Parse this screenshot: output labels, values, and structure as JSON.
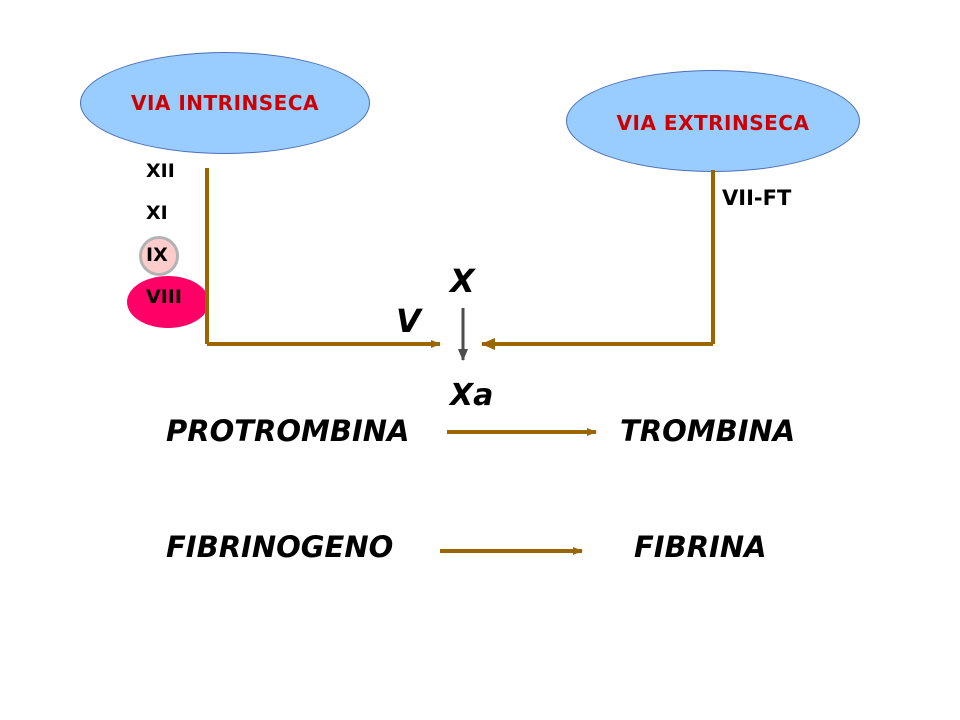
{
  "intrinsic_pathway": {
    "label": "VIA INTRINSECA",
    "factors": [
      "XII",
      "XI",
      "IX",
      "VIII"
    ]
  },
  "extrinsic_pathway": {
    "label": "VIA EXTRINSECA",
    "factor": "VII-FT"
  },
  "common_pathway": {
    "factor_x": "X",
    "factor_v": "V",
    "factor_xa": "Xa"
  },
  "reactions": [
    {
      "substrate": "PROTROMBINA",
      "product": "TROMBINA"
    },
    {
      "substrate": "FIBRINOGENO",
      "product": "FIBRINA"
    }
  ],
  "colors": {
    "ellipse_fill": "#99ccff",
    "ellipse_text": "#cc0000",
    "arrow": "#996600",
    "factor_ix_fill": "#ffcccc",
    "factor_viii_fill": "#ff0066"
  }
}
